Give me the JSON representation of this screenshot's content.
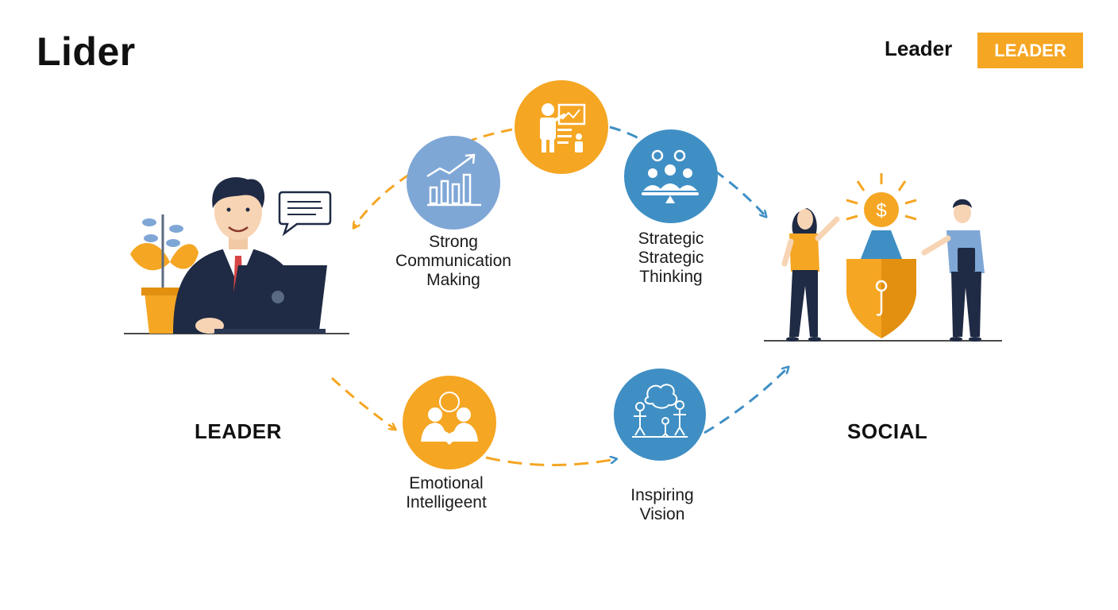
{
  "header": {
    "title": "Lider",
    "link_label": "Leader",
    "badge_label": "LEADER"
  },
  "sides": {
    "left_label": "LEADER",
    "right_label": "SOCIAL",
    "right_icon_symbol": "$"
  },
  "nodes": [
    {
      "id": "growth-chart",
      "lines": [
        "Strong",
        "Communication",
        "Making"
      ],
      "color": "#7fa7d6",
      "icon": "growth-chart-icon"
    },
    {
      "id": "presentation",
      "lines": [],
      "color": "#f5a623",
      "icon": "presentation-icon"
    },
    {
      "id": "team",
      "lines": [
        "Strategic",
        "Strategic",
        "Thinking"
      ],
      "color": "#3f8fc4",
      "icon": "team-meeting-icon"
    },
    {
      "id": "empathy",
      "lines": [
        "Emotional",
        "Intelligeent"
      ],
      "color": "#f5a623",
      "icon": "empathy-heart-icon"
    },
    {
      "id": "vision",
      "lines": [
        "Inspiring",
        "Vision"
      ],
      "color": "#3f8fc4",
      "icon": "vision-people-icon"
    }
  ],
  "colors": {
    "orange": "#f5a623",
    "blue": "#3f8fc4",
    "navy": "#1f2a44"
  }
}
